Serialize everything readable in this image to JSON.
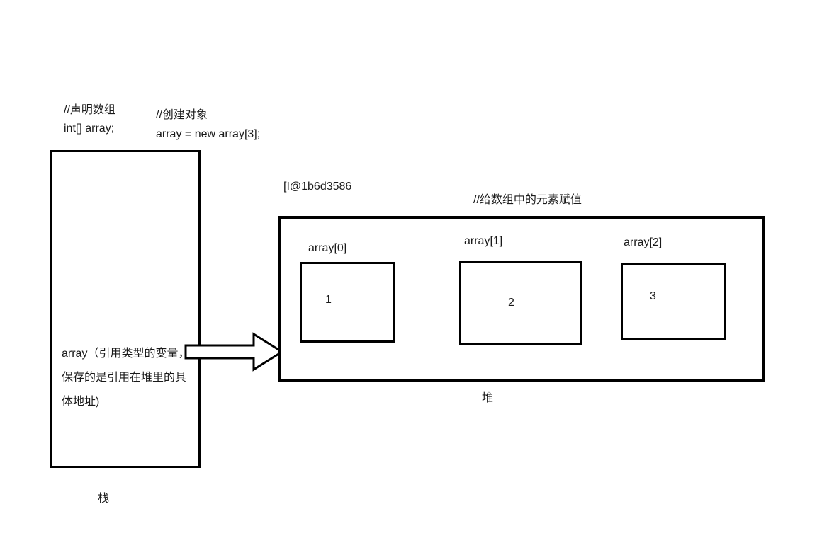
{
  "annotations": {
    "declare_comment": "//声明数组",
    "declare_code": "int[] array;",
    "create_comment": "//创建对象",
    "create_code": "array = new array[3];",
    "heap_address": "[I@1b6d3586",
    "assign_comment": "//给数组中的元素赋值"
  },
  "stack": {
    "variable_text": "array（引用类型的变量，保存的是引用在堆里的具体地址)",
    "label": "栈"
  },
  "heap": {
    "label": "堆",
    "elements": [
      {
        "label": "array[0]",
        "value": "1"
      },
      {
        "label": "array[1]",
        "value": "2"
      },
      {
        "label": "array[2]",
        "value": "3"
      }
    ]
  }
}
